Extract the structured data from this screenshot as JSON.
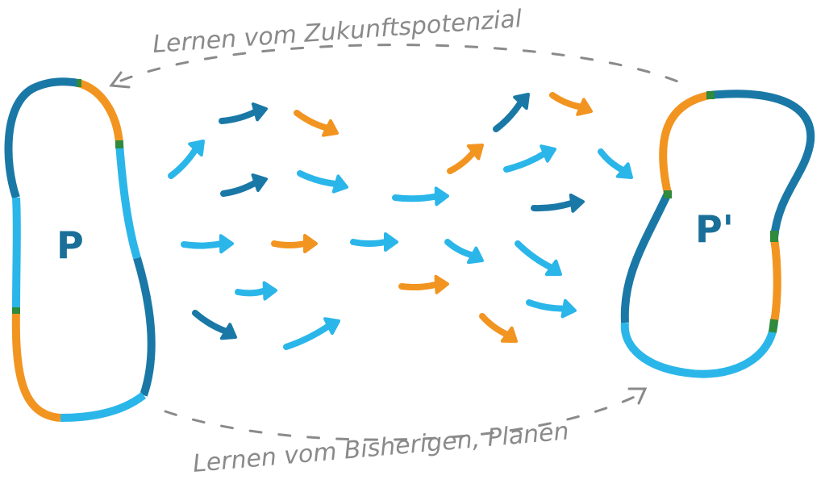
{
  "title_top": "Lernen vom Zukunftspotenzial",
  "title_bottom": "Lernen vom Bisherigen, Planen",
  "left_label": "P",
  "right_label": "P'",
  "colors": {
    "dark_blue": "#1a78a6",
    "light_blue": "#2bb6ea",
    "orange": "#f29420",
    "green": "#2f8a3c",
    "gray": "#8a8a8a"
  }
}
